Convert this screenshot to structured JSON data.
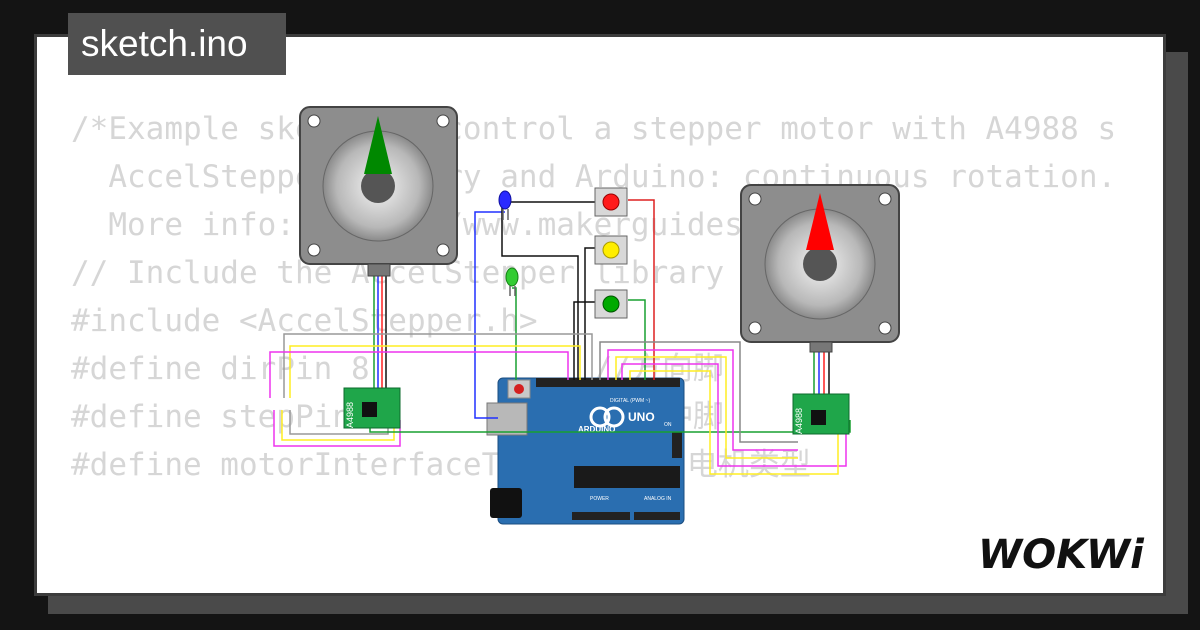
{
  "file_tab": {
    "label": "sketch.ino"
  },
  "code_lines": [
    "/*Example sketch to control a stepper motor with A4988 s",
    "  AccelStepper library and Arduino: continuous rotation.",
    "  More info: https://www.makerguides.com */",
    "",
    "// Include the AccelStepper library",
    "#include <AccelStepper.h>",
    "",
    "#define dirPin 8            //方向脚",
    "#define stepPin 9           //脉冲脚",
    "#define motorInterfaceType 1   //电机类型"
  ],
  "components": {
    "driver_label": "A4988",
    "board_brand": "ARDUINO",
    "board_model": "UNO",
    "header_digital": "DIGITAL (PWM ~)",
    "header_power": "POWER",
    "header_analog": "ANALOG IN",
    "label_on": "ON"
  },
  "logo": {
    "text": "WOKWi"
  },
  "colors": {
    "pointer_left": "#008800",
    "pointer_right": "#ff0000",
    "board": "#2a6eb0",
    "button_red": "#ff1a1a",
    "button_yellow": "#ffee00",
    "button_green": "#00aa00",
    "led_blue": "#2a2aff",
    "led_green": "#33cc33"
  }
}
